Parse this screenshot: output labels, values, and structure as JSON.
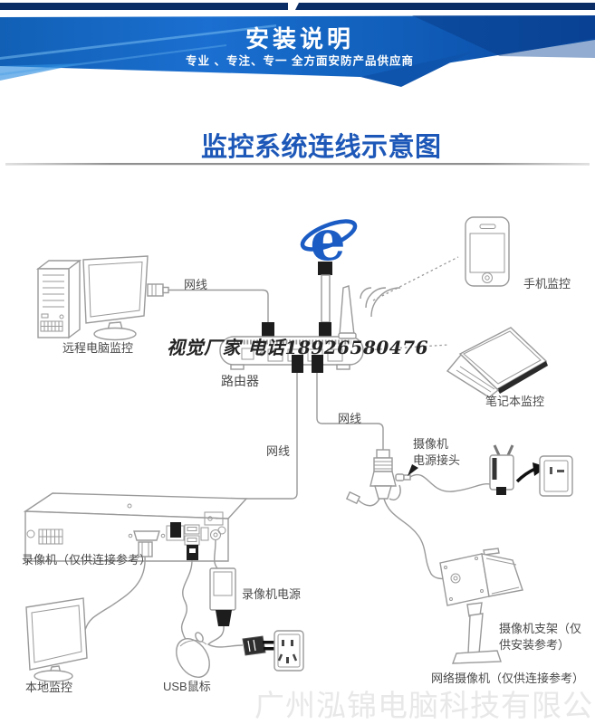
{
  "banner": {
    "title": "安装说明",
    "subtitle": "专业 、专注、专一  全方面安防产品供应商",
    "colors": {
      "navy": "#0b2d66",
      "blue": "#1565c0",
      "blue_dark": "#0a4aa3"
    }
  },
  "section": {
    "title": "监控系统连线示意图",
    "title_color": "#1d58b8"
  },
  "diagram": {
    "watermark": "视觉厂家 电话18926580476",
    "icons": {
      "browser": "e"
    },
    "labels": {
      "cable_top": "网线",
      "cable_mid": "网线",
      "cable_left": "网线",
      "remote_pc": "远程电脑监控",
      "router": "路由器",
      "phone": "手机监控",
      "laptop": "笔记本监控",
      "camera_power_line1": "摄像机",
      "camera_power_line2": "电源接头",
      "dvr": "录像机（仅供连接参考）",
      "dvr_power": "录像机电源",
      "local_monitor": "本地监控",
      "usb_mouse": "USB鼠标",
      "bracket_line1": "摄像机支架（仅",
      "bracket_line2": "供安装参考）",
      "ip_camera": "网络摄像机（仅供连接参考）"
    }
  },
  "footer": {
    "watermark": "广州泓锦电脑科技有限公司"
  }
}
